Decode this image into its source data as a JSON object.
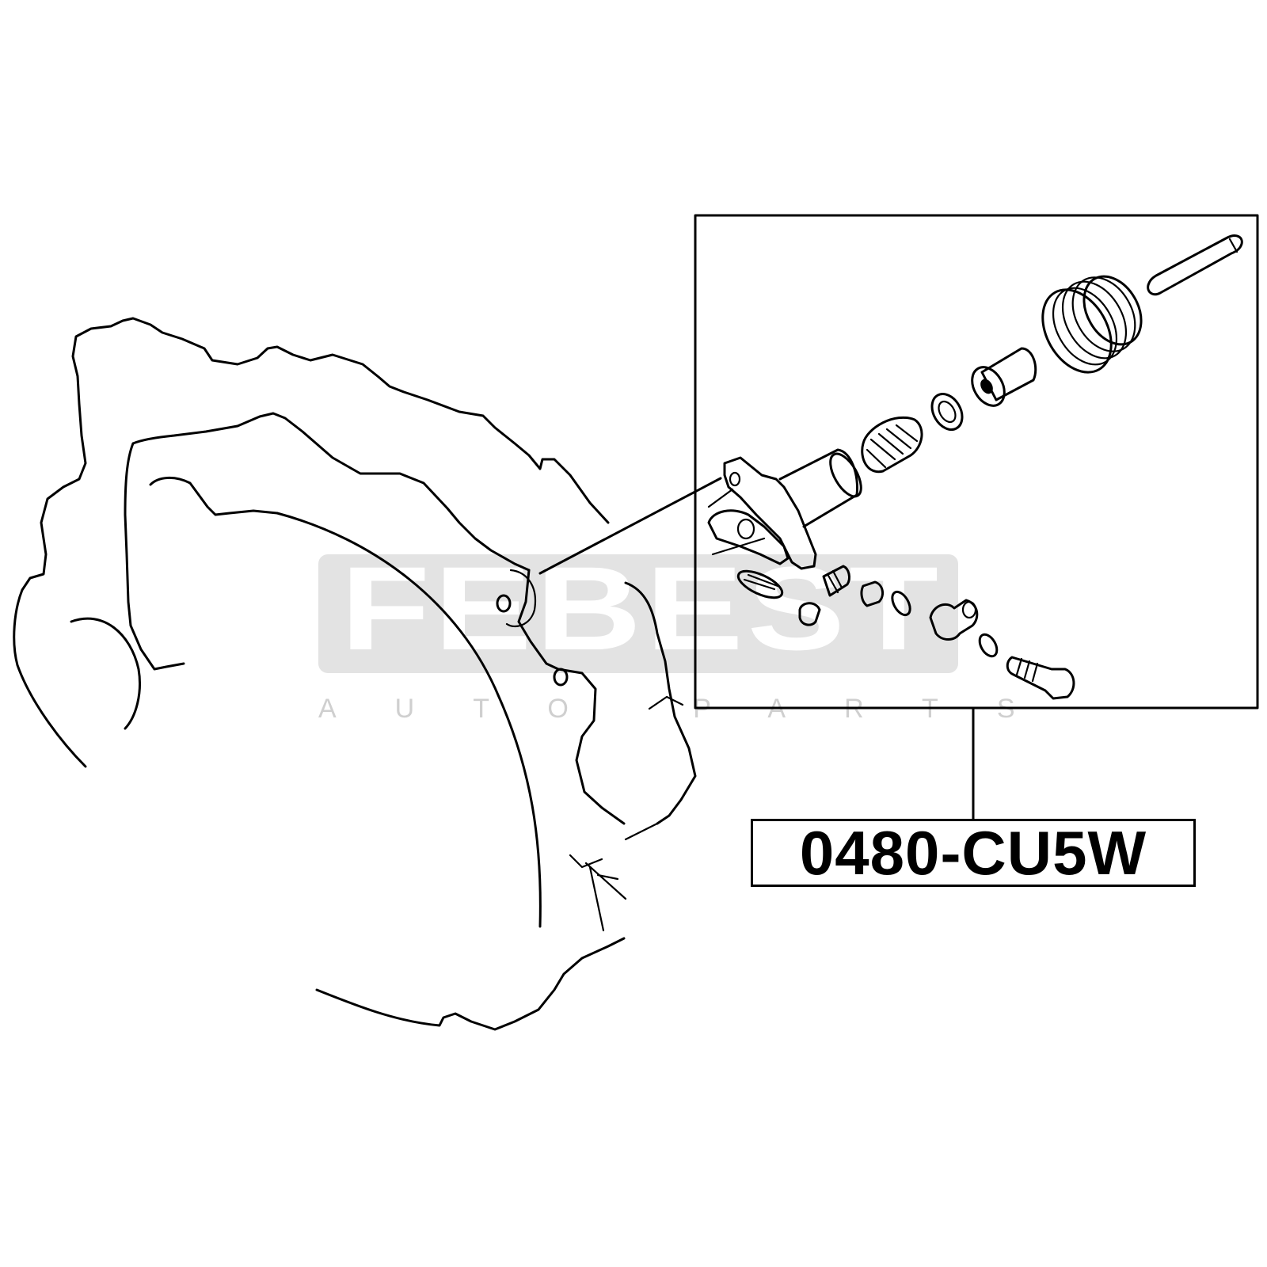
{
  "watermark": {
    "brand": "FEBEST",
    "tagline": "AUTO PARTS"
  },
  "part_label": {
    "part_number": "0480-CU5W"
  },
  "colors": {
    "ink": "#000000",
    "watermark_fill": "#e3e3e3",
    "watermark_sub": "#cfcfcf",
    "background": "#ffffff"
  }
}
